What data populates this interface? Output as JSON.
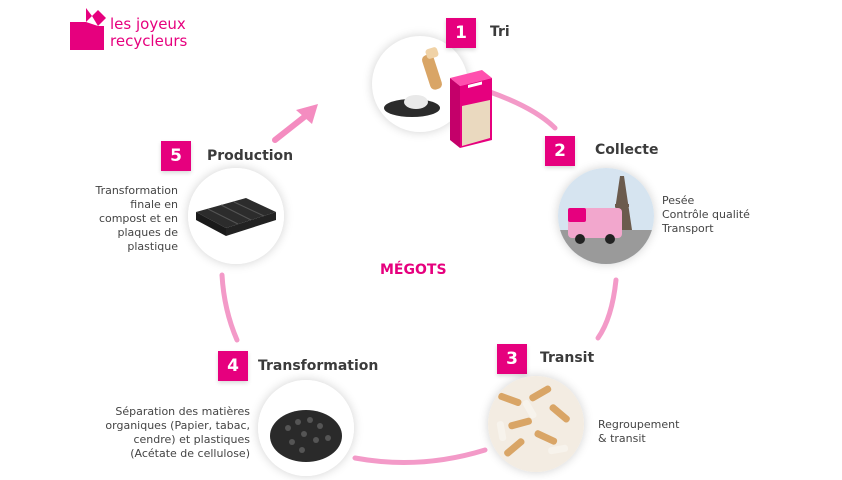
{
  "brand": {
    "line1": "les joyeux",
    "line2": "recycleurs",
    "color": "#e6007e"
  },
  "center_label": "MÉGOTS",
  "steps": [
    {
      "number": "1",
      "title": "Tri",
      "description": [],
      "image": "cigarette-butts-and-bin-icon"
    },
    {
      "number": "2",
      "title": "Collecte",
      "description": [
        "Pesée",
        "Contrôle qualité",
        "Transport"
      ],
      "image": "van-eiffel-tower-icon"
    },
    {
      "number": "3",
      "title": "Transit",
      "description": [
        "Regroupement",
        "& transit"
      ],
      "image": "pile-of-cigarette-butts-icon"
    },
    {
      "number": "4",
      "title": "Transformation",
      "description": [
        "Séparation des matières",
        "organiques (Papier, tabac,",
        "cendre) et plastiques",
        "(Acétate de cellulose)"
      ],
      "image": "plastic-pellets-icon"
    },
    {
      "number": "5",
      "title": "Production",
      "description": [
        "Transformation",
        "finale en",
        "compost et en",
        "plaques de",
        "plastique"
      ],
      "image": "plastic-pallet-icon"
    }
  ],
  "colors": {
    "accent": "#e6007e",
    "ring": "#f39ac8",
    "arrow": "#f48cc0"
  }
}
